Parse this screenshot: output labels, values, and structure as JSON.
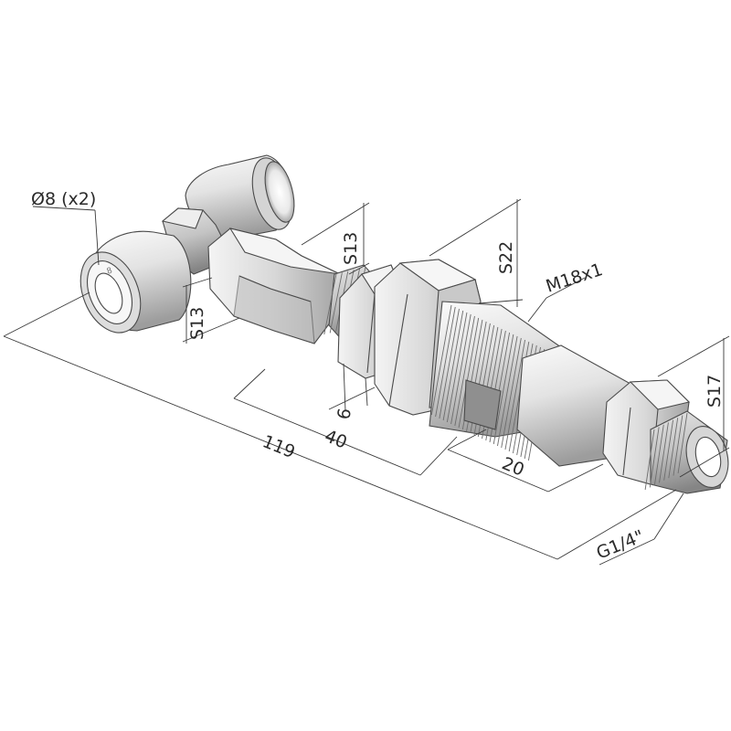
{
  "drawing": {
    "colors": {
      "background": "#ffffff",
      "metal_light": "#f2f2f2",
      "metal_mid": "#cfcfcf",
      "metal_dark": "#9a9a9a",
      "outline": "#4a4a4a",
      "dimension_line": "#3a3a3a",
      "text": "#2a2a2a"
    },
    "labels": {
      "tube_diameter": "Ø8 (x2)",
      "wrench_s13_top": "S13",
      "wrench_s13_side": "S13",
      "wrench_s22": "S22",
      "thread_m18": "M18x1",
      "wrench_s17": "S17",
      "dim_6": "6",
      "dim_40": "40",
      "dim_119": "119",
      "dim_20": "20",
      "thread_g14": "G1/4\""
    }
  }
}
